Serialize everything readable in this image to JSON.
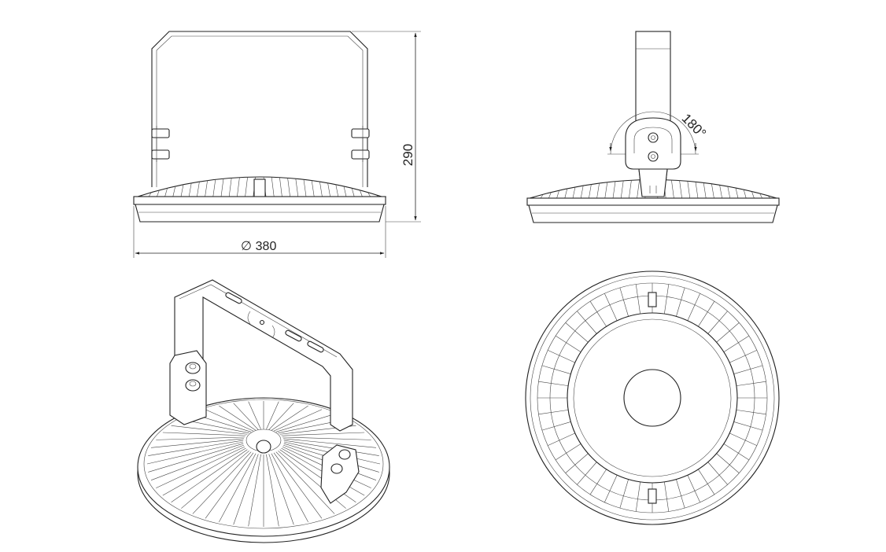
{
  "drawing": {
    "dimensions": {
      "height": "290",
      "diameter": "380",
      "diameter_symbol": "∅",
      "rotation_angle": "180°"
    },
    "views": [
      "front-view",
      "side-view",
      "isometric-view",
      "bottom-view"
    ],
    "colors": {
      "line": "#222222",
      "background": "#ffffff"
    }
  }
}
